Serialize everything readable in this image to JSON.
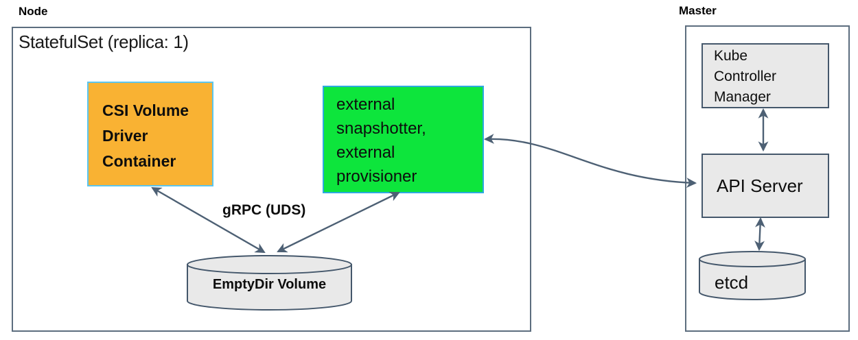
{
  "node": {
    "label": "Node",
    "statefulset_label": "StatefulSet (replica: 1)",
    "csi_box": {
      "lines": [
        "CSI Volume",
        "Driver",
        "Container"
      ],
      "fill": "#F9B233",
      "border": "#5BC5EE"
    },
    "external_box": {
      "lines": [
        "external",
        "snapshotter,",
        "external",
        "provisioner"
      ],
      "fill": "#0DE53C",
      "border": "#2EA9E0"
    },
    "grpc_label": "gRPC (UDS)",
    "emptydir_label": "EmptyDir Volume"
  },
  "master": {
    "label": "Master",
    "kcm_box": {
      "lines": [
        "Kube",
        "Controller",
        "Manager"
      ]
    },
    "api_server_label": "API Server",
    "etcd_label": "etcd"
  },
  "connections": [
    {
      "from": "csi-volume-driver-container",
      "to": "emptydir-volume",
      "type": "bidirectional",
      "label": "gRPC (UDS)"
    },
    {
      "from": "external-snapshotter-provisioner",
      "to": "emptydir-volume",
      "type": "bidirectional",
      "label": "gRPC (UDS)"
    },
    {
      "from": "external-snapshotter-provisioner",
      "to": "api-server",
      "type": "bidirectional",
      "label": ""
    },
    {
      "from": "kube-controller-manager",
      "to": "api-server",
      "type": "bidirectional",
      "label": ""
    },
    {
      "from": "api-server",
      "to": "etcd",
      "type": "bidirectional",
      "label": ""
    }
  ],
  "colors": {
    "arrow": "#4d6074",
    "panel_border": "#5c6d7e",
    "gray_fill": "#e9e9e9",
    "gray_border": "#44576b",
    "csi_fill": "#F9B233",
    "csi_border": "#5BC5EE",
    "external_fill": "#0DE53C",
    "external_border": "#2EA9E0"
  }
}
